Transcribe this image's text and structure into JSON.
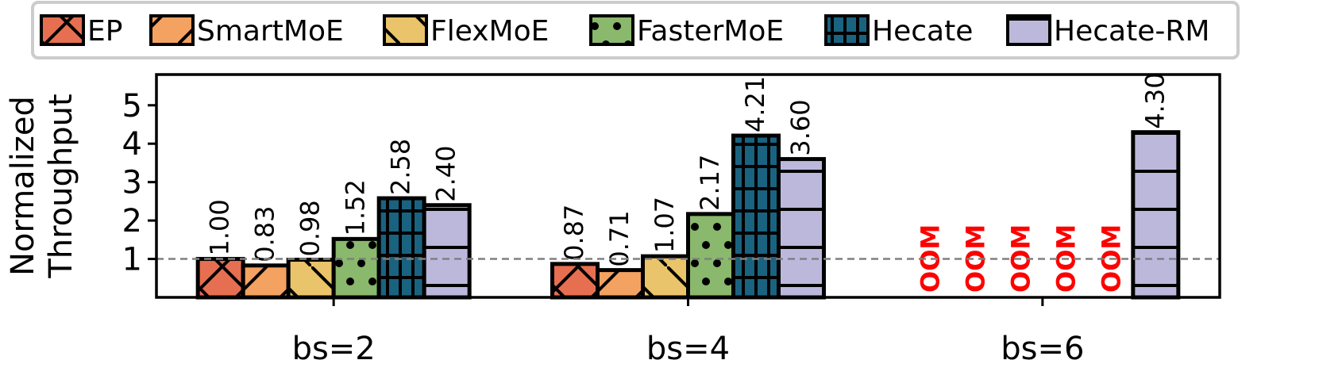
{
  "chart_data": {
    "type": "bar",
    "title": "",
    "xlabel": "",
    "ylabel": "Normalized Throughput",
    "ylabel_lines": [
      "Normalized",
      "Throughput"
    ],
    "ylim": [
      0,
      5.8
    ],
    "yticks": [
      1,
      2,
      3,
      4,
      5
    ],
    "reference_line": 1.0,
    "legend_position": "top",
    "grid": false,
    "categories": [
      "bs=2",
      "bs=4",
      "bs=6"
    ],
    "oom_label": "OOM",
    "oom_color": "#ff0000",
    "series": [
      {
        "name": "EP",
        "color": "#e76f51",
        "hatch": "cross",
        "values": [
          1.0,
          0.87,
          null
        ],
        "labels": [
          "1.00",
          "0.87",
          "OOM"
        ]
      },
      {
        "name": "SmartMoE",
        "color": "#f4a261",
        "hatch": "slash",
        "values": [
          0.83,
          0.71,
          null
        ],
        "labels": [
          "0.83",
          "0.71",
          "OOM"
        ]
      },
      {
        "name": "FlexMoE",
        "color": "#e9c46a",
        "hatch": "backslash",
        "values": [
          0.98,
          1.07,
          null
        ],
        "labels": [
          "0.98",
          "1.07",
          "OOM"
        ]
      },
      {
        "name": "FasterMoE",
        "color": "#8ab86c",
        "hatch": "dots",
        "values": [
          1.52,
          2.17,
          null
        ],
        "labels": [
          "1.52",
          "2.17",
          "OOM"
        ]
      },
      {
        "name": "Hecate",
        "color": "#1a6380",
        "hatch": "grid",
        "values": [
          2.58,
          4.21,
          null
        ],
        "labels": [
          "2.58",
          "4.21",
          "OOM"
        ]
      },
      {
        "name": "Hecate-RM",
        "color": "#bcb8dc",
        "hatch": "horizontal",
        "values": [
          2.4,
          3.6,
          4.3
        ],
        "labels": [
          "2.40",
          "3.60",
          "4.30"
        ]
      }
    ]
  }
}
